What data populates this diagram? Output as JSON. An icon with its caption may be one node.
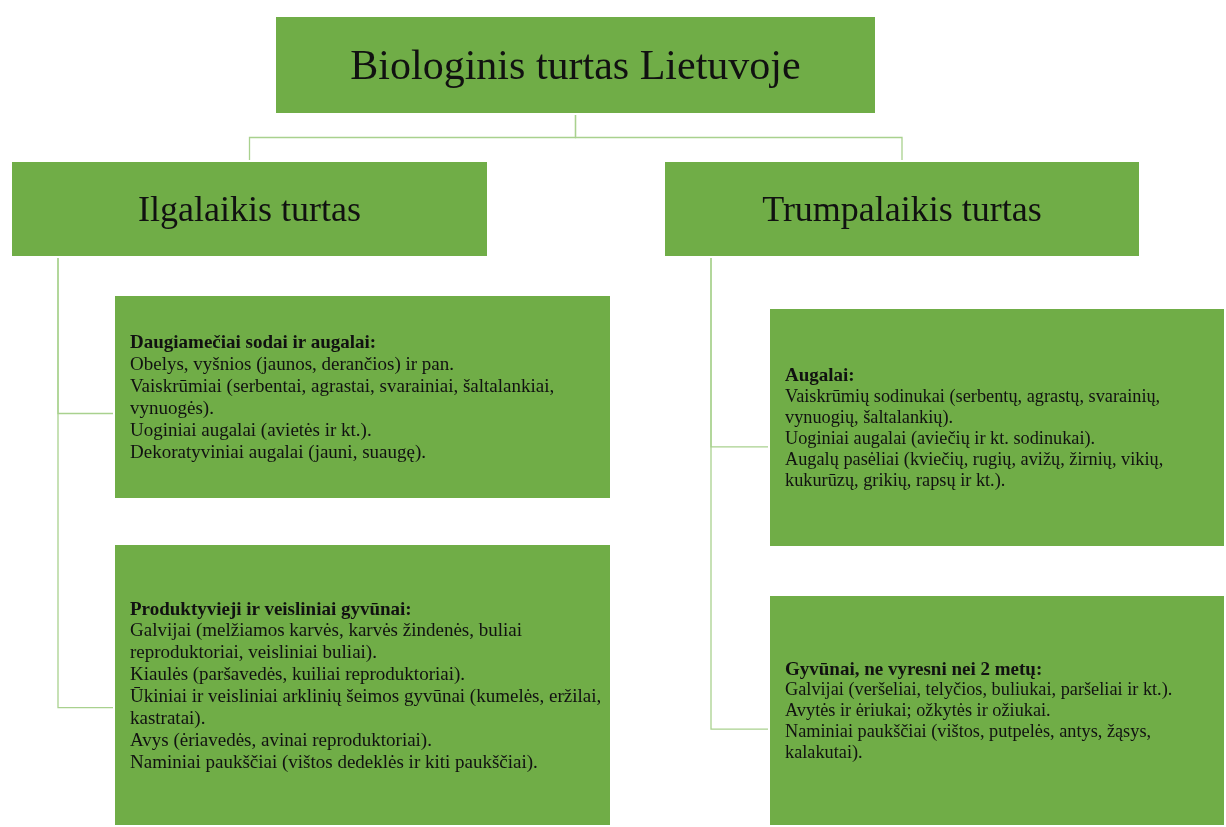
{
  "diagram": {
    "nodes": [
      {
        "text": [
          "Biologinis turtas Lietuvoje"
        ]
      },
      {
        "text": [
          "Ilgalaikis turtas"
        ]
      },
      {
        "text": [
          "Trumpalaikis turtas"
        ]
      },
      {
        "text": [
          "Daugiamečiai sodai ir augalai:",
          "Obelys, vyšnios (jaunos, derančios) ir pan.",
          "Vaiskrūmiai (serbentai, agrastai, svarainiai, šaltalankiai, vynuogės).",
          "Uoginiai augalai (avietės ir kt.).",
          "Dekoratyviniai augalai (jauni, suaugę)."
        ]
      },
      {
        "text": [
          "Produktyvieji ir veisliniai gyvūnai:",
          "Galvijai (melžiamos karvės, karvės žindenės, buliai reproduktoriai, veisliniai buliai).",
          "Kiaulės (paršavedės, kuiliai reproduktoriai).",
          "Ūkiniai ir veisliniai arklinių šeimos gyvūnai (kumelės, eržilai, kastratai).",
          "Avys (ėriavedės, avinai reproduktoriai).",
          "Naminiai paukščiai (vištos dedeklės ir kiti paukščiai)."
        ]
      },
      {
        "text": [
          "Augalai:",
          "Vaiskrūmių sodinukai (serbentų, agrastų, svarainių, vynuogių, šaltalankių).",
          "Uoginiai augalai (aviečių ir kt. sodinukai).",
          "Augalų pasėliai (kviečių, rugių, avižų, žirnių, vikių, kukurūzų, grikių, rapsų ir kt.)."
        ]
      },
      {
        "text": [
          "Gyvūnai, ne vyresni nei 2 metų:",
          "Galvijai (veršeliai, telyčios, buliukai, paršeliai ir kt.).",
          "Avytės ir ėriukai; ožkytės ir ožiukai.",
          "Naminiai paukščiai (vištos, putpelės, antys, žąsys, kalakutai)."
        ]
      }
    ],
    "edges": [
      {
        "from": 0,
        "to": 1,
        "arrow": "none"
      },
      {
        "from": 0,
        "to": 2,
        "arrow": "none"
      },
      {
        "from": 1,
        "to": 3,
        "arrow": "none"
      },
      {
        "from": 1,
        "to": 4,
        "arrow": "none"
      },
      {
        "from": 2,
        "to": 5,
        "arrow": "none"
      },
      {
        "from": 2,
        "to": 6,
        "arrow": "none"
      }
    ]
  }
}
